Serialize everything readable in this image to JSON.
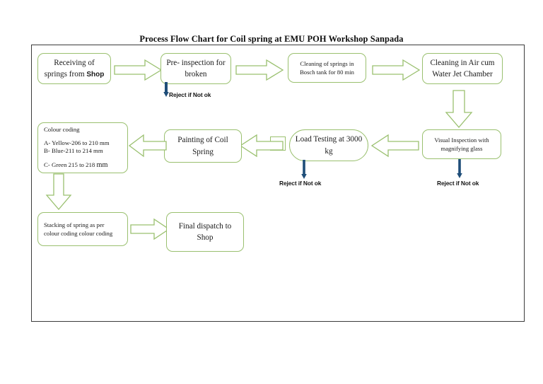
{
  "page": {
    "title": "Process Flow Chart for Coil spring at EMU POH Workshop Sanpada",
    "background_color": "#ffffff",
    "frame_border_color": "#3b3b3b"
  },
  "theme": {
    "node_border_color": "#9ac06f",
    "arrow_stroke_color": "#9ac06f",
    "arrow_fill_color": "#ffffff",
    "reject_arrow_color": "#1f4e79",
    "text_color": "#1a1a1a"
  },
  "nodes": {
    "receiving": {
      "line1": "Receiving of",
      "line2_prefix": "springs from ",
      "line2_bold": "Shop"
    },
    "pre_inspection": {
      "line1": "Pre- inspection for",
      "line2": "broken"
    },
    "bosch_cleaning": {
      "line1": "Cleaning of springs in",
      "line2": "Bosch tank for 80 min"
    },
    "air_water_cleaning": {
      "line1": "Cleaning in Air cum",
      "line2": "Water Jet Chamber"
    },
    "visual_inspection": {
      "line1": "Visual Inspection with",
      "line2": "magnifying glass"
    },
    "load_testing": {
      "line1": "Load Testing at 3000",
      "line2": "kg"
    },
    "painting": {
      "line1": "Painting of Coil",
      "line2": "Spring"
    },
    "colour_coding": {
      "title": "Colour coding",
      "item_a": "A- Yellow-206 to 210 mm",
      "item_b": "B- Blue-211 to 214 mm",
      "item_c_text": "C- Green  215 to 218 ",
      "item_c_unit": "mm"
    },
    "stacking": {
      "line1": "Stacking of spring as per",
      "line2": "colour coding colour coding"
    },
    "final_dispatch": {
      "line1": "Final dispatch to",
      "line2": "Shop"
    }
  },
  "reject_labels": {
    "after_pre_inspection": "Reject if Not ok",
    "after_load_testing": "Reject if Not ok",
    "after_visual_inspection": "Reject if Not ok"
  },
  "connectors": {
    "receiving_to_pre_inspection": "right-arrow",
    "pre_inspection_to_bosch": "right-arrow",
    "bosch_to_air_water": "right-arrow",
    "air_water_to_visual": "down-arrow",
    "visual_to_load_testing": "left-arrow",
    "load_testing_to_painting": "left-arrow",
    "painting_to_colour_coding": "left-arrow",
    "colour_coding_to_stacking": "down-arrow",
    "stacking_to_final_dispatch": "right-arrow"
  }
}
